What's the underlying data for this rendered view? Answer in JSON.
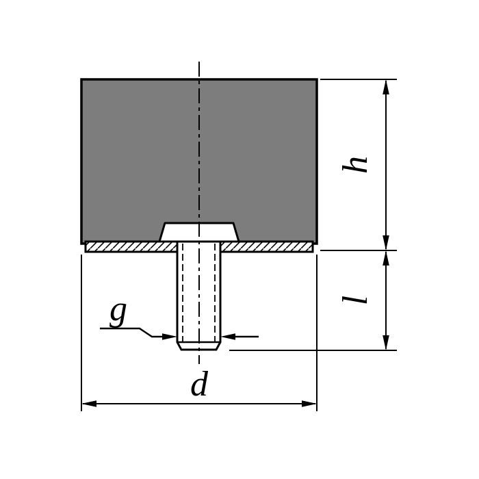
{
  "diagram": {
    "type": "technical-drawing",
    "subject": "rubber-metal buffer with threaded stud (section view)",
    "labels": {
      "height": "h",
      "free_length": "l",
      "diameter": "d",
      "thread": "g"
    },
    "colors": {
      "body_fill": "#7d7d7d",
      "line": "#000000",
      "background": "#ffffff"
    }
  }
}
